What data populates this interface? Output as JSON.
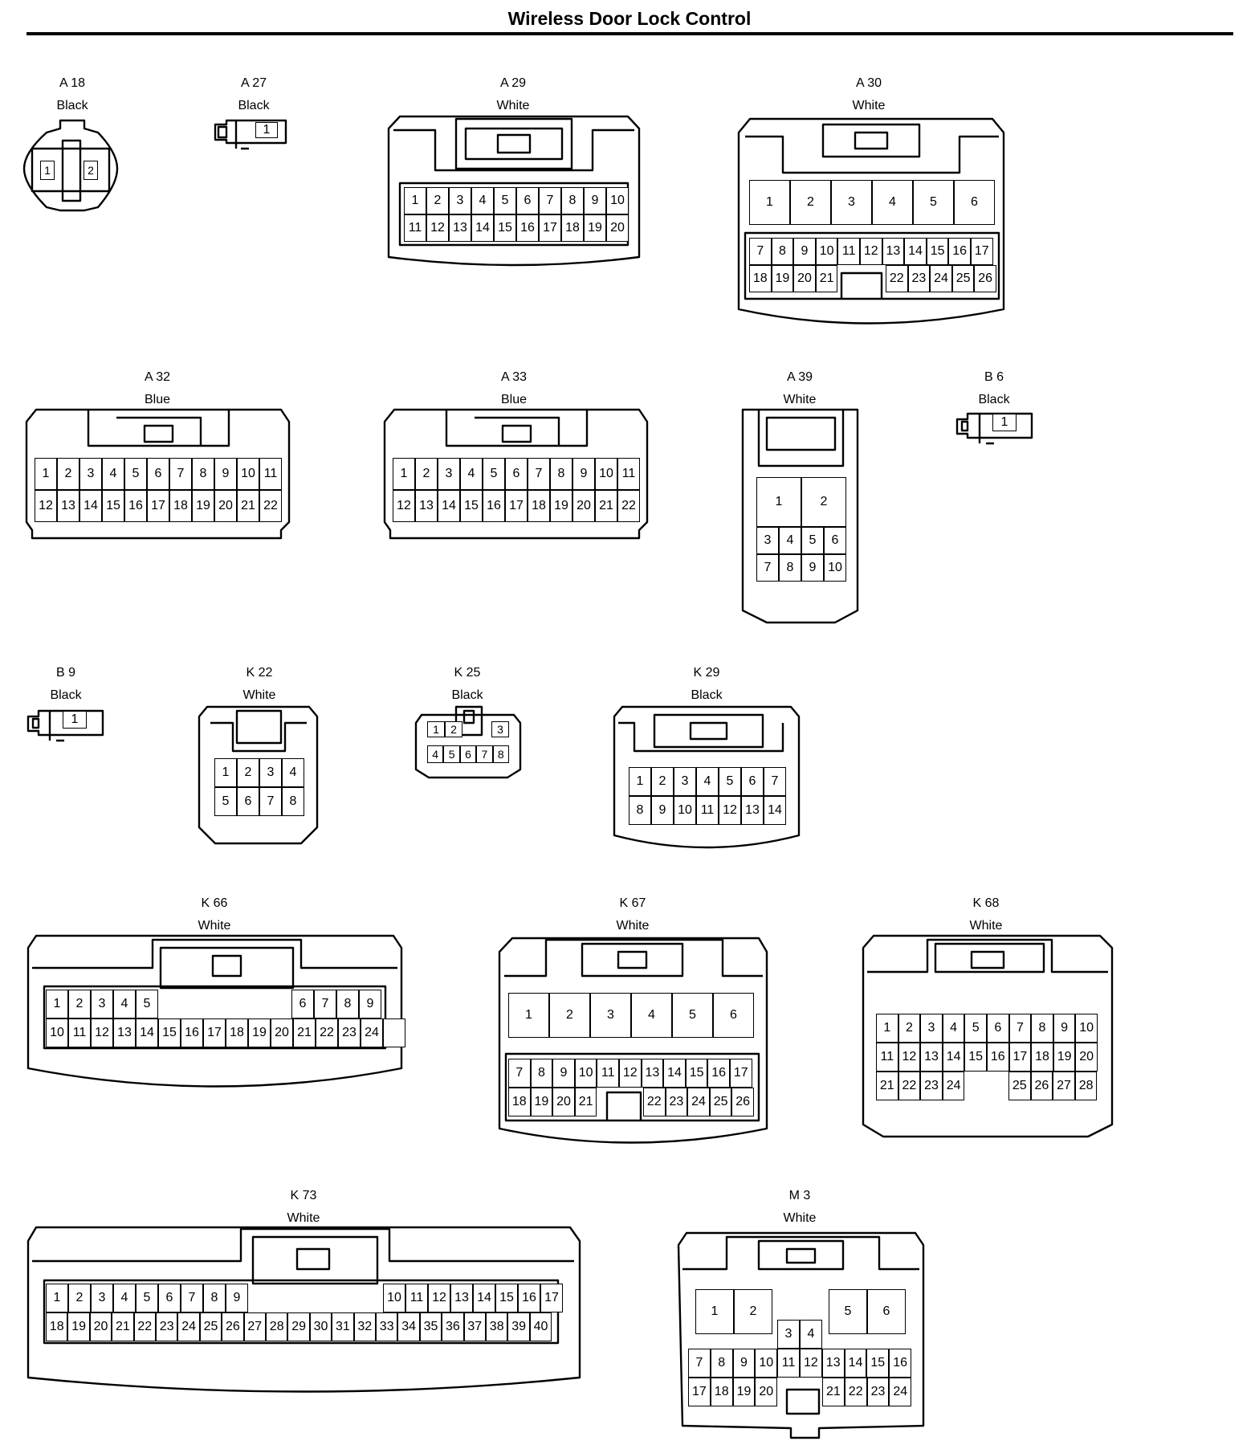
{
  "title": "Wireless Door Lock Control",
  "connectors": [
    {
      "id": "A 18",
      "color": "Black",
      "pins": [
        "1",
        "2"
      ]
    },
    {
      "id": "A 27",
      "color": "Black",
      "pins": [
        "1"
      ]
    },
    {
      "id": "A 29",
      "color": "White",
      "pins": [
        "1",
        "2",
        "3",
        "4",
        "5",
        "6",
        "7",
        "8",
        "9",
        "10",
        "11",
        "12",
        "13",
        "14",
        "15",
        "16",
        "17",
        "18",
        "19",
        "20"
      ]
    },
    {
      "id": "A 30",
      "color": "White",
      "pins": [
        "1",
        "2",
        "3",
        "4",
        "5",
        "6",
        "7",
        "8",
        "9",
        "10",
        "11",
        "12",
        "13",
        "14",
        "15",
        "16",
        "17",
        "18",
        "19",
        "20",
        "21",
        "22",
        "23",
        "24",
        "25",
        "26"
      ]
    },
    {
      "id": "A 32",
      "color": "Blue",
      "pins": [
        "1",
        "2",
        "3",
        "4",
        "5",
        "6",
        "7",
        "8",
        "9",
        "10",
        "11",
        "12",
        "13",
        "14",
        "15",
        "16",
        "17",
        "18",
        "19",
        "20",
        "21",
        "22"
      ]
    },
    {
      "id": "A 33",
      "color": "Blue",
      "pins": [
        "1",
        "2",
        "3",
        "4",
        "5",
        "6",
        "7",
        "8",
        "9",
        "10",
        "11",
        "12",
        "13",
        "14",
        "15",
        "16",
        "17",
        "18",
        "19",
        "20",
        "21",
        "22"
      ]
    },
    {
      "id": "A 39",
      "color": "White",
      "pins": [
        "1",
        "2",
        "3",
        "4",
        "5",
        "6",
        "7",
        "8",
        "9",
        "10"
      ]
    },
    {
      "id": "B 6",
      "color": "Black",
      "pins": [
        "1"
      ]
    },
    {
      "id": "B 9",
      "color": "Black",
      "pins": [
        "1"
      ]
    },
    {
      "id": "K 22",
      "color": "White",
      "pins": [
        "1",
        "2",
        "3",
        "4",
        "5",
        "6",
        "7",
        "8"
      ]
    },
    {
      "id": "K 25",
      "color": "Black",
      "pins": [
        "1",
        "2",
        "3",
        "4",
        "5",
        "6",
        "7",
        "8"
      ]
    },
    {
      "id": "K 29",
      "color": "Black",
      "pins": [
        "1",
        "2",
        "3",
        "4",
        "5",
        "6",
        "7",
        "8",
        "9",
        "10",
        "11",
        "12",
        "13",
        "14"
      ]
    },
    {
      "id": "K 66",
      "color": "White",
      "pins": [
        "1",
        "2",
        "3",
        "4",
        "5",
        "6",
        "7",
        "8",
        "9",
        "10",
        "11",
        "12",
        "13",
        "14",
        "15",
        "16",
        "17",
        "18",
        "19",
        "20",
        "21",
        "22",
        "23",
        "24"
      ]
    },
    {
      "id": "K 67",
      "color": "White",
      "pins": [
        "1",
        "2",
        "3",
        "4",
        "5",
        "6",
        "7",
        "8",
        "9",
        "10",
        "11",
        "12",
        "13",
        "14",
        "15",
        "16",
        "17",
        "18",
        "19",
        "20",
        "21",
        "22",
        "23",
        "24",
        "25",
        "26"
      ]
    },
    {
      "id": "K 68",
      "color": "White",
      "pins": [
        "1",
        "2",
        "3",
        "4",
        "5",
        "6",
        "7",
        "8",
        "9",
        "10",
        "11",
        "12",
        "13",
        "14",
        "15",
        "16",
        "17",
        "18",
        "19",
        "20",
        "21",
        "22",
        "23",
        "24",
        "25",
        "26",
        "27",
        "28"
      ]
    },
    {
      "id": "K 73",
      "color": "White",
      "pins": [
        "1",
        "2",
        "3",
        "4",
        "5",
        "6",
        "7",
        "8",
        "9",
        "10",
        "11",
        "12",
        "13",
        "14",
        "15",
        "16",
        "17",
        "18",
        "19",
        "20",
        "21",
        "22",
        "23",
        "24",
        "25",
        "26",
        "27",
        "28",
        "29",
        "30",
        "31",
        "32",
        "33",
        "34",
        "35",
        "36",
        "37",
        "38",
        "39",
        "40"
      ]
    },
    {
      "id": "M 3",
      "color": "White",
      "pins": [
        "1",
        "2",
        "3",
        "4",
        "5",
        "6",
        "7",
        "8",
        "9",
        "10",
        "11",
        "12",
        "13",
        "14",
        "15",
        "16",
        "17",
        "18",
        "19",
        "20",
        "21",
        "22",
        "23",
        "24"
      ]
    }
  ]
}
